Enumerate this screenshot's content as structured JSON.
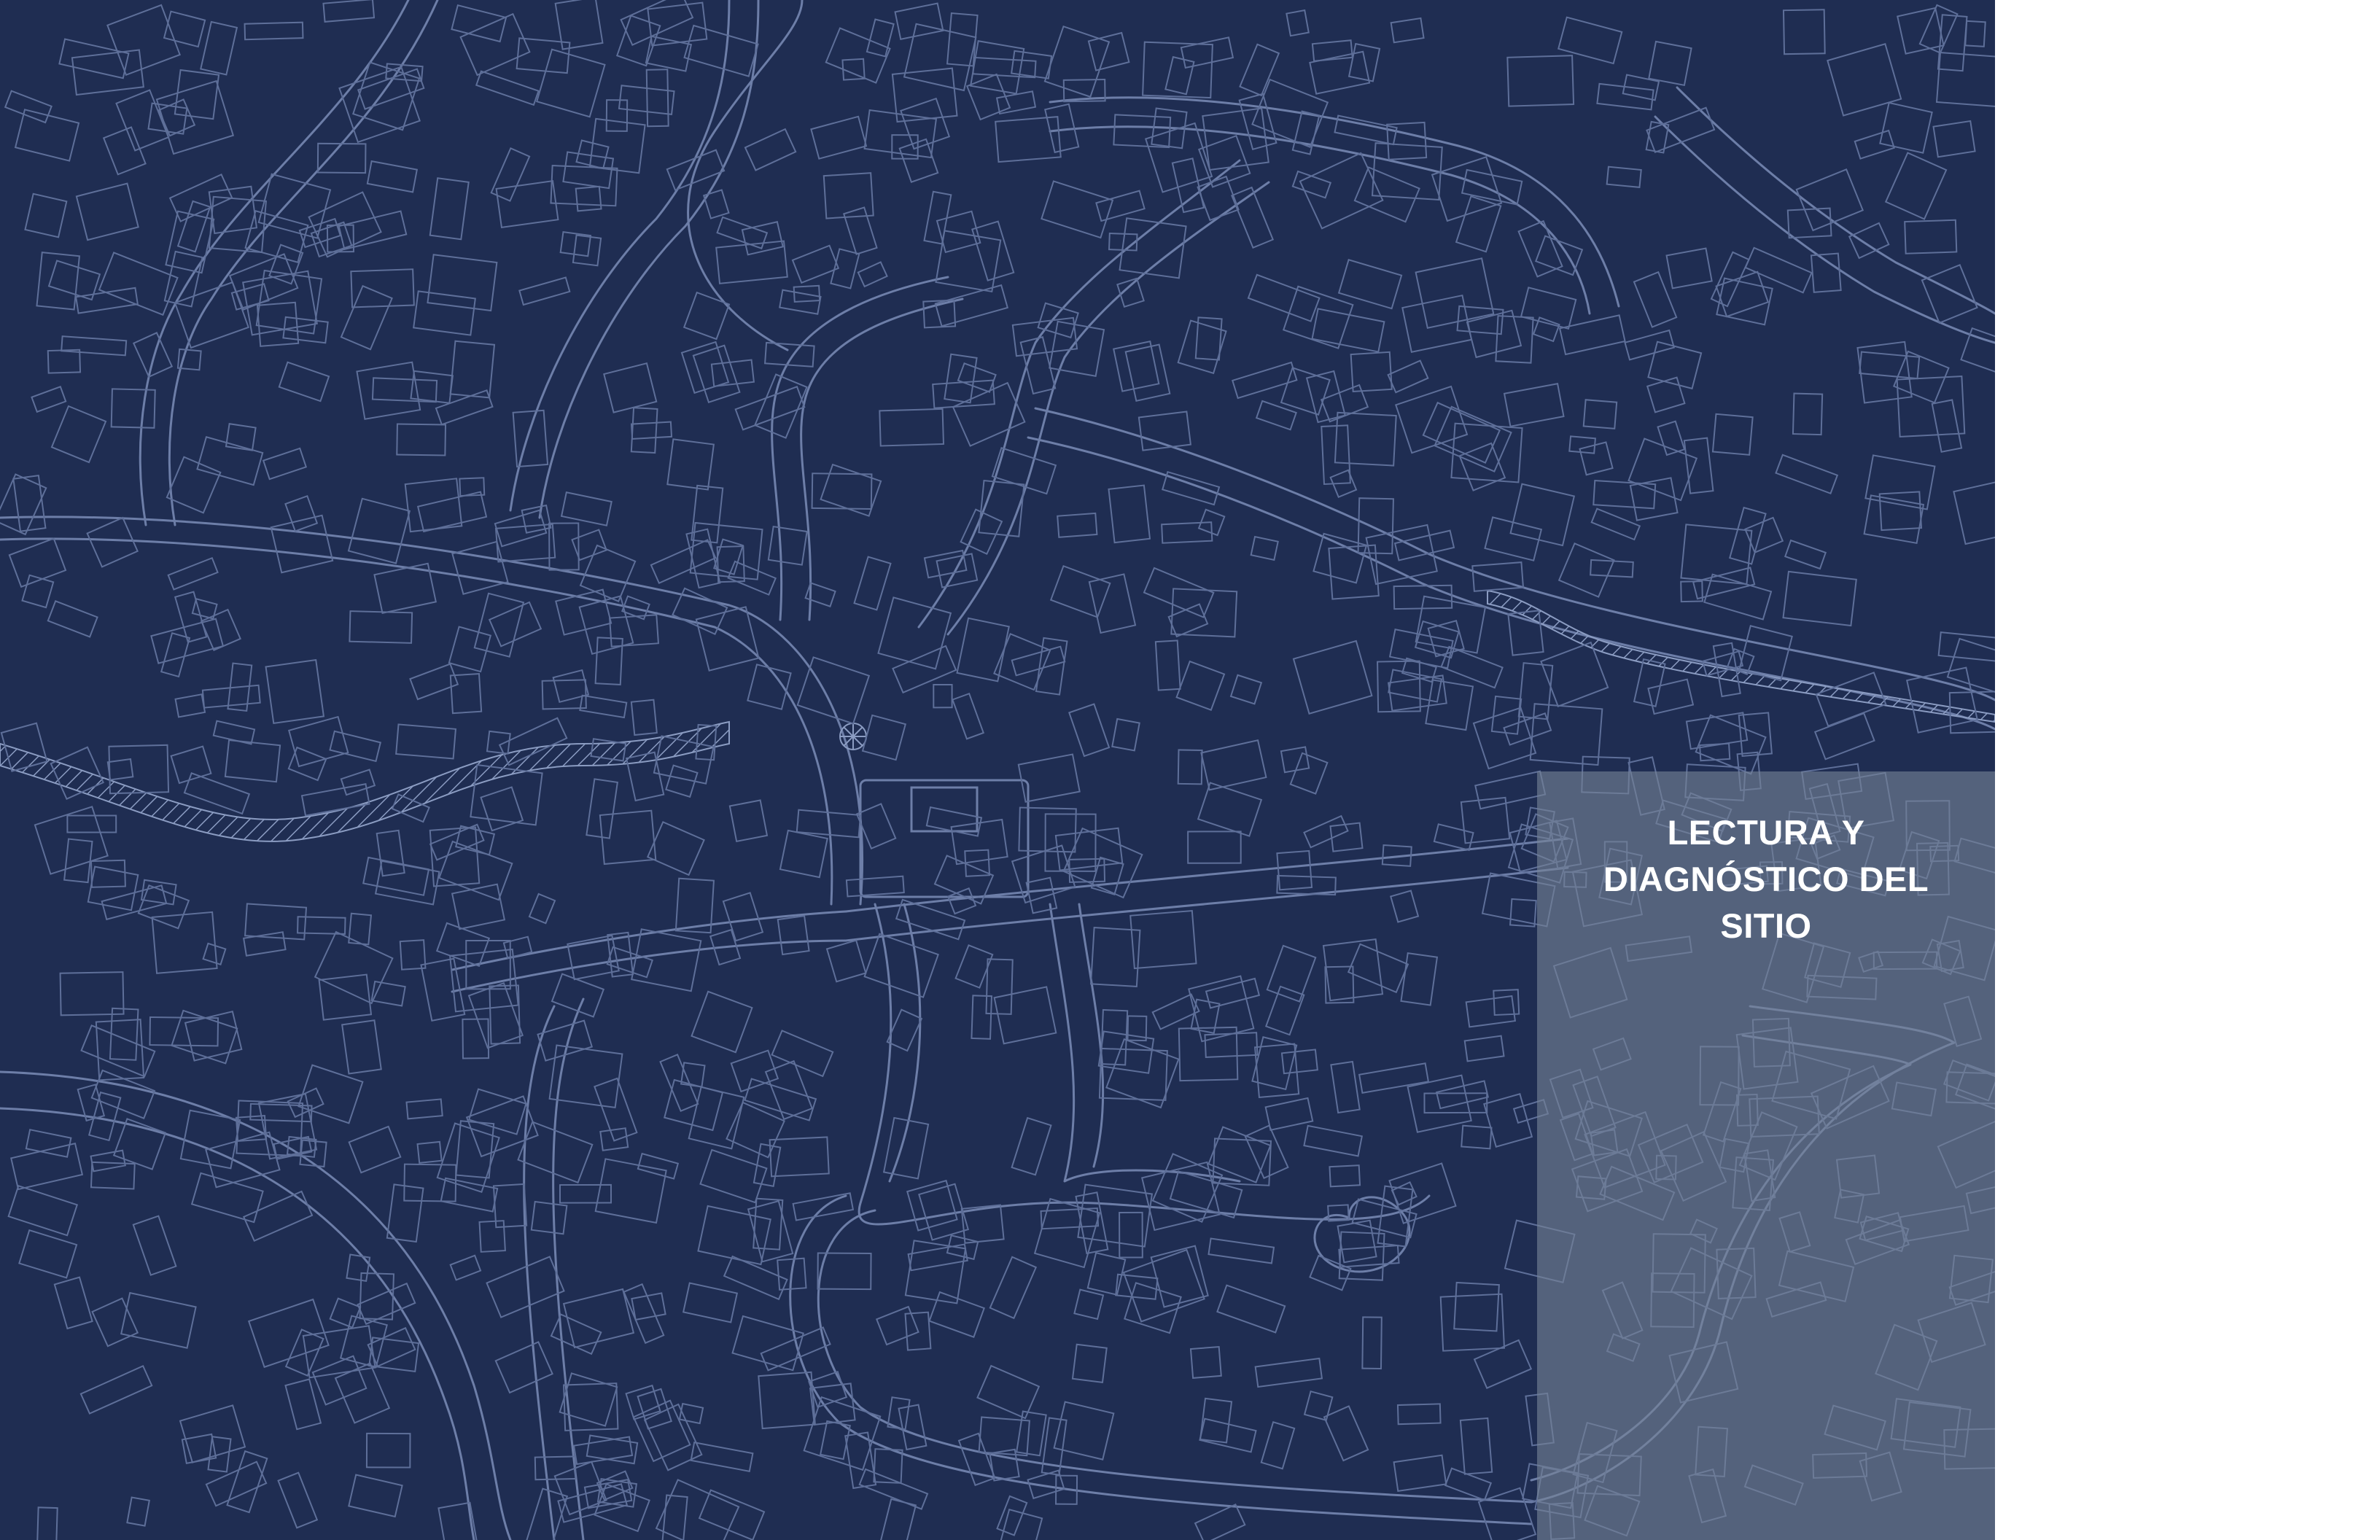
{
  "page": {
    "background_color": "#ffffff",
    "map_background_color": "#1f2d52",
    "map_line_color": "#6d7ea8",
    "overlay_color": "#7a8699"
  },
  "title": {
    "line1": "LECTURA Y",
    "line2": "DIAGNÓSTICO DEL",
    "line3": "SITIO"
  },
  "map": {
    "icons": [
      "compass-rose-icon"
    ]
  }
}
